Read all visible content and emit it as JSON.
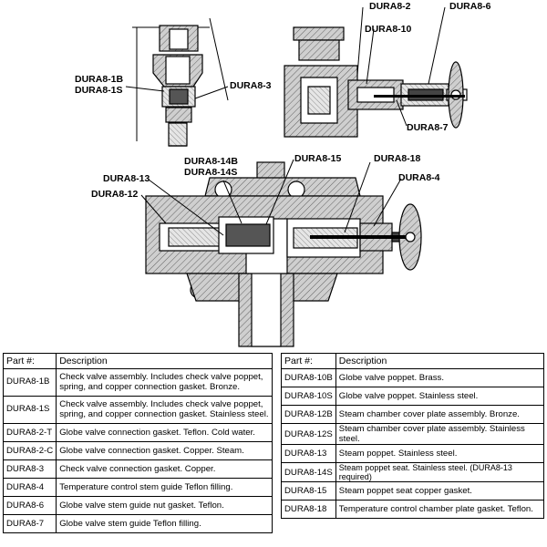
{
  "callouts": {
    "c_2": "DURA8-2",
    "c_6": "DURA8-6",
    "c_10": "DURA8-10",
    "c_7": "DURA8-7",
    "c_1b": "DURA8-1B",
    "c_1s": "DURA8-1S",
    "c_3": "DURA8-3",
    "c_14b": "DURA8-14B",
    "c_14s": "DURA8-14S",
    "c_15": "DURA8-15",
    "c_18": "DURA8-18",
    "c_13": "DURA8-13",
    "c_12": "DURA8-12",
    "c_4": "DURA8-4"
  },
  "table_left": {
    "header_part": "Part #:",
    "header_desc": "Description",
    "rows": [
      {
        "part": "DURA8-1B",
        "desc": "Check valve assembly. Includes check valve poppet, spring, and copper connection gasket. Bronze."
      },
      {
        "part": "DURA8-1S",
        "desc": "Check valve assembly. Includes check valve poppet, spring, and copper connection gasket. Stainless steel."
      },
      {
        "part": "DURA8-2-T",
        "desc": "Globe valve connection gasket. Teflon. Cold water."
      },
      {
        "part": "DURA8-2-C",
        "desc": "Globe valve connection gasket. Copper. Steam."
      },
      {
        "part": "DURA8-3",
        "desc": "Check valve connection gasket. Copper."
      },
      {
        "part": "DURA8-4",
        "desc": "Temperature control stem guide Teflon filling."
      },
      {
        "part": "DURA8-6",
        "desc": "Globe valve stem guide nut gasket. Teflon."
      },
      {
        "part": "DURA8-7",
        "desc": "Globe valve stem guide Teflon filling."
      }
    ]
  },
  "table_right": {
    "header_part": "Part #:",
    "header_desc": "Description",
    "rows": [
      {
        "part": "DURA8-10B",
        "desc": "Globe valve poppet. Brass."
      },
      {
        "part": "DURA8-10S",
        "desc": "Globe valve poppet. Stainless steel."
      },
      {
        "part": "DURA8-12B",
        "desc": "Steam chamber cover plate assembly. Bronze."
      },
      {
        "part": "DURA8-12S",
        "desc": "Steam chamber cover plate assembly. Stainless steel."
      },
      {
        "part": "DURA8-13",
        "desc": "Steam poppet. Stainless steel."
      },
      {
        "part": "DURA8-14S",
        "desc": "Steam poppet seat. Stainless steel. (DURA8-13 required)"
      },
      {
        "part": "DURA8-15",
        "desc": "Steam poppet seat copper gasket."
      },
      {
        "part": "DURA8-18",
        "desc": "Temperature control chamber plate gasket. Teflon."
      }
    ]
  }
}
